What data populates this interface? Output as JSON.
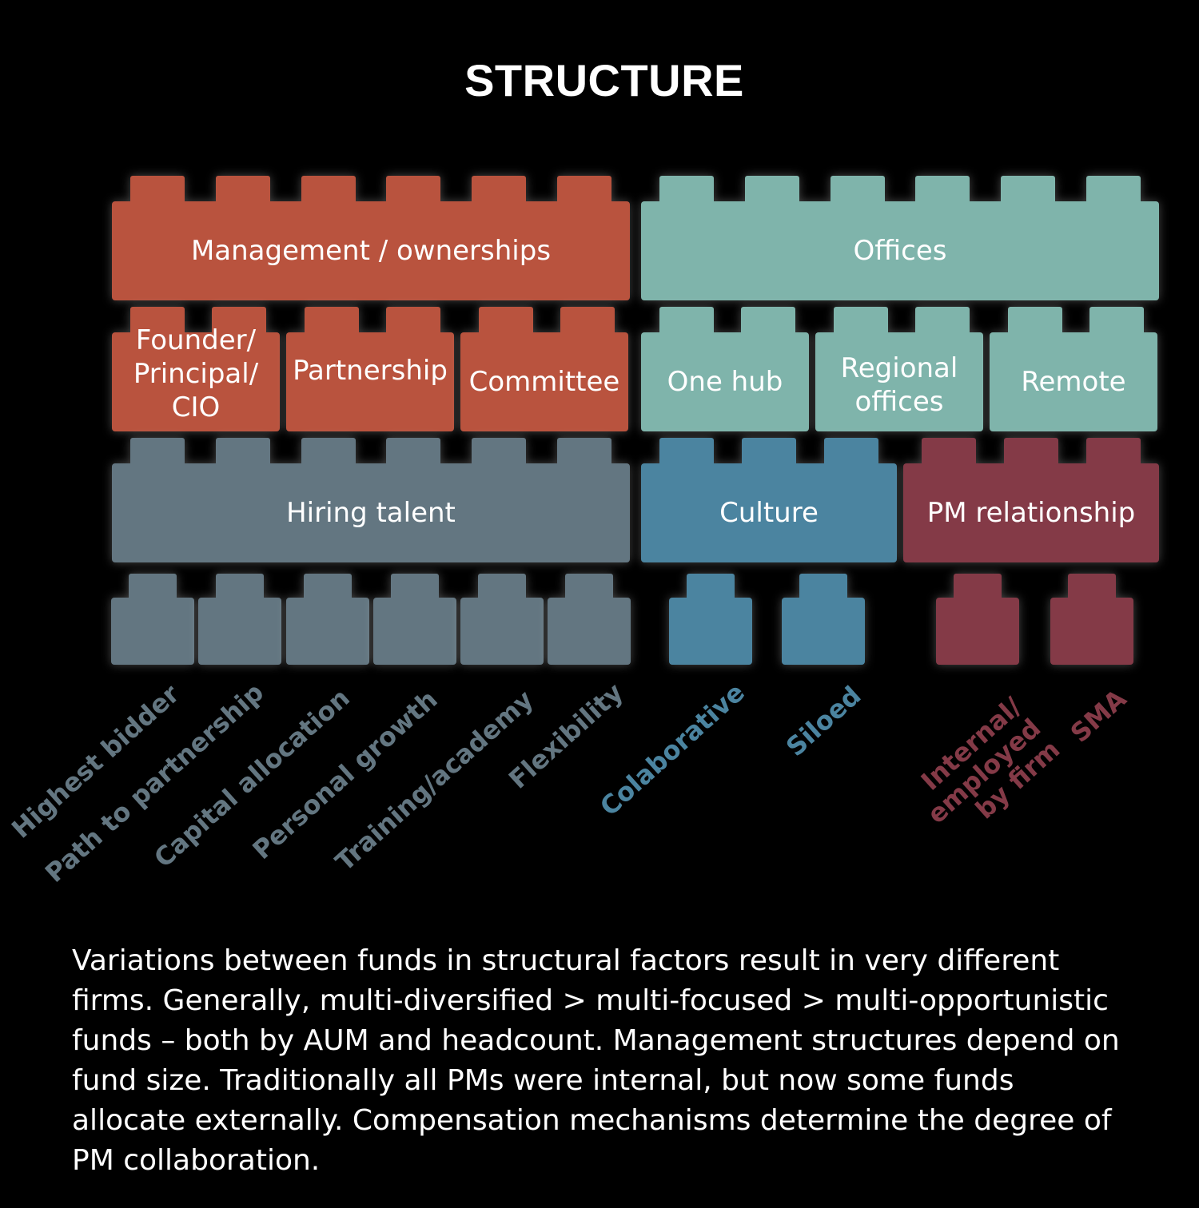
{
  "title": "STRUCTURE",
  "colors": {
    "management": "#b9533e",
    "offices": "#7fb4ab",
    "hiring": "#637681",
    "culture": "#4b84a0",
    "pm": "#843a47"
  },
  "blocks": {
    "management": "Management / ownerships",
    "offices": "Offices",
    "founder": "Founder/\nPrincipal/\nCIO",
    "partnership": "Partnership",
    "committee": "Committee",
    "one_hub": "One hub",
    "regional": "Regional\noffices",
    "remote": "Remote",
    "hiring": "Hiring talent",
    "culture": "Culture",
    "pm": "PM relationship"
  },
  "leaves": {
    "highest_bidder": "Highest bidder",
    "path_partnership": "Path to partnership",
    "capital_allocation": "Capital allocation",
    "personal_growth": "Personal growth",
    "training": "Training/academy",
    "flexibility": "Flexibility",
    "colaborative": "Colaborative",
    "siloed": "Siloed",
    "internal": "Internal/\nemployed\nby firm",
    "sma": "SMA"
  },
  "description": "Variations between funds in structural factors result in very different firms. Generally, multi-diversified > multi-focused > multi-opportunistic funds – both by AUM and headcount. Management structures depend on fund size. Traditionally all PMs were internal, but now some funds allocate externally. Compensation mechanisms determine the degree of PM collaboration."
}
